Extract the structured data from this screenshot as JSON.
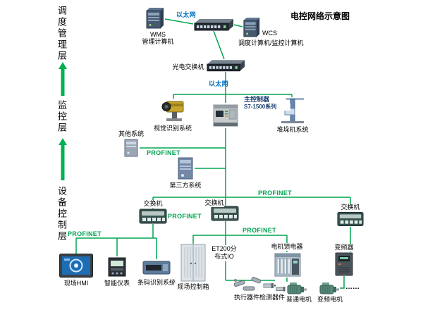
{
  "title": "电控网络示意图",
  "layers": {
    "management": "调度管理层",
    "monitoring": "监控层",
    "device": "设备控制层"
  },
  "links": {
    "ethernet_top": "以太网",
    "ethernet_mid": "以太网",
    "profinet_other": "PROFINET",
    "profinet_backbone": "PROFINET",
    "profinet_switches": "PROFINET",
    "profinet_left": "PROFINET",
    "profinet_field": "PROFINET"
  },
  "nodes": {
    "wms_name": "WMS",
    "wms_desc": "管理计算机",
    "wcs_name": "WCS",
    "wcs_desc": "调度计算机/监控计算机",
    "optical_switch": "光电交换机",
    "controller_name": "主控制器",
    "controller_model": "S7-1500系列",
    "vision": "视觉识别系统",
    "stacker": "堆垛机系统",
    "other_system": "其他系统",
    "third_party": "第三方系统",
    "switch_left": "交换机",
    "switch_mid": "交换机",
    "switch_right": "交换机",
    "hmi": "现场HMI",
    "meter": "智能仪表",
    "barcode": "条码识别系统",
    "control_box": "现场控制箱",
    "et200": "ET200分布式IO",
    "feeder": "电机馈电器",
    "vfd": "变频器",
    "actuators": "执行器件",
    "sensors": "检测器件",
    "motor_normal": "普通电机",
    "motor_vfd": "变频电机",
    "more": "……"
  },
  "colors": {
    "line_green": "#00A550",
    "profinet_green": "#00A550",
    "ethernet_blue": "#0070C0",
    "arrow_green": "#00B050"
  }
}
